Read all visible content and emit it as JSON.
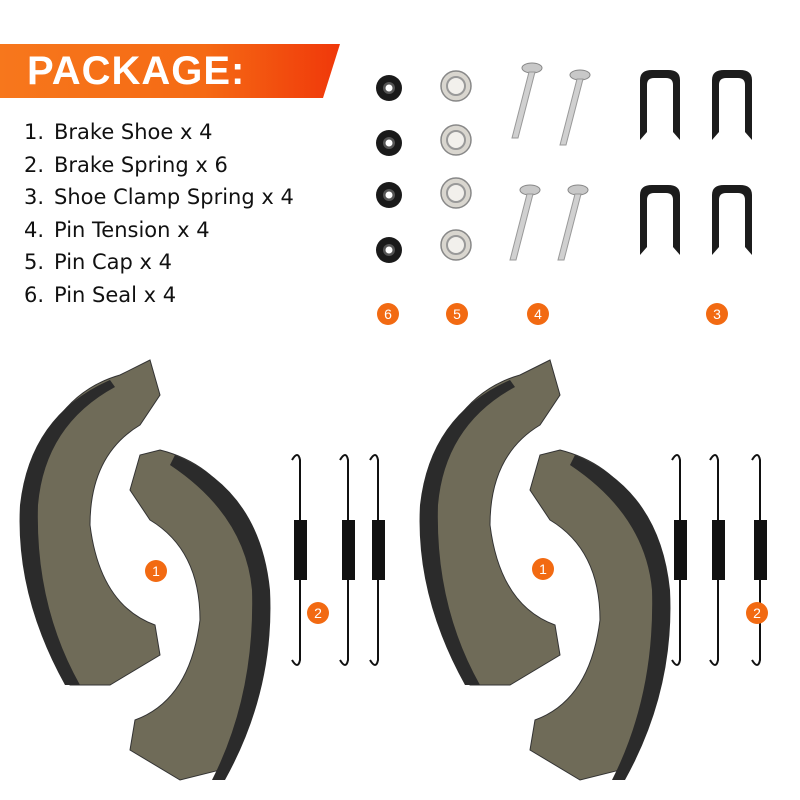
{
  "header": {
    "title": "PACKAGE:"
  },
  "items": [
    {
      "num": "1.",
      "label": "Brake Shoe x 4"
    },
    {
      "num": "2.",
      "label": "Brake Spring x 6"
    },
    {
      "num": "3.",
      "label": "Shoe Clamp Spring x 4"
    },
    {
      "num": "4.",
      "label": "Pin Tension x 4"
    },
    {
      "num": "5.",
      "label": "Pin Cap x 4"
    },
    {
      "num": "6.",
      "label": "Pin Seal x 4"
    }
  ],
  "badges": [
    "6",
    "5",
    "4",
    "3",
    "1",
    "2",
    "1",
    "2"
  ],
  "colors": {
    "accent": "#f26a12",
    "shoe": "#6f6b58",
    "lining": "#2b2b2b"
  }
}
